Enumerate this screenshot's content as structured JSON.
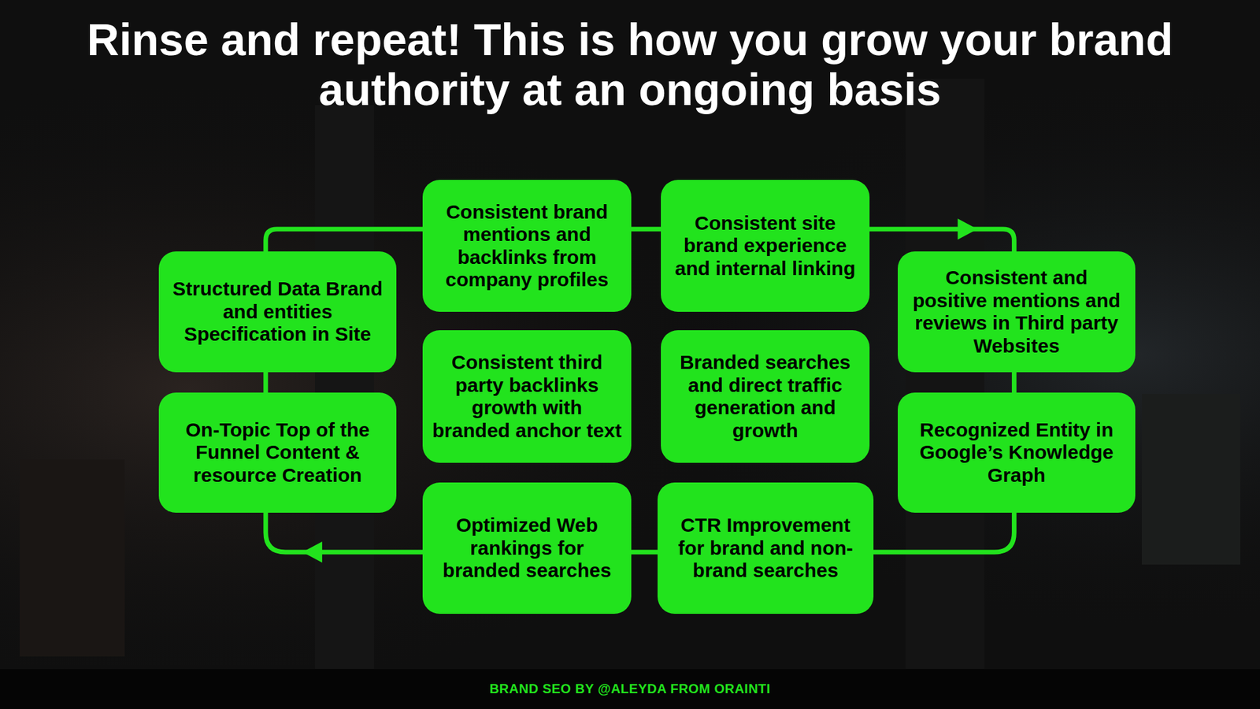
{
  "diagram": {
    "title": "Rinse and repeat! This is how you grow your brand authority at an ongoing basis",
    "nodes": [
      {
        "text": [
          "Structured Data Brand and entities Specification in Site"
        ]
      },
      {
        "text": [
          "On-Topic Top of the Funnel Content & resource Creation"
        ]
      },
      {
        "text": [
          "Consistent brand mentions and backlinks from company profiles"
        ]
      },
      {
        "text": [
          "Consistent third party backlinks growth with branded anchor text"
        ]
      },
      {
        "text": [
          "Optimized Web rankings for branded searches"
        ]
      },
      {
        "text": [
          "Consistent site brand experience and internal linking"
        ]
      },
      {
        "text": [
          "Branded searches and direct traffic generation and growth"
        ]
      },
      {
        "text": [
          "CTR Improvement for brand and non-brand searches"
        ]
      },
      {
        "text": [
          "Consistent and positive mentions and reviews in Third party Websites"
        ]
      },
      {
        "text": [
          "Recognized Entity in Google’s Knowledge Graph"
        ]
      }
    ],
    "edges": [
      {
        "from": 0,
        "to": 2,
        "arrow": "none"
      },
      {
        "from": 2,
        "to": 5,
        "arrow": "none"
      },
      {
        "from": 5,
        "to": 8,
        "arrow": "to"
      },
      {
        "from": 8,
        "to": 9,
        "arrow": "none"
      },
      {
        "from": 9,
        "to": 7,
        "arrow": "none"
      },
      {
        "from": 7,
        "to": 4,
        "arrow": "none"
      },
      {
        "from": 4,
        "to": 1,
        "arrow": "to"
      },
      {
        "from": 1,
        "to": 0,
        "arrow": "none"
      }
    ],
    "labels": [
      "BRAND SEO BY @ALEYDA FROM ORAINTI"
    ]
  }
}
